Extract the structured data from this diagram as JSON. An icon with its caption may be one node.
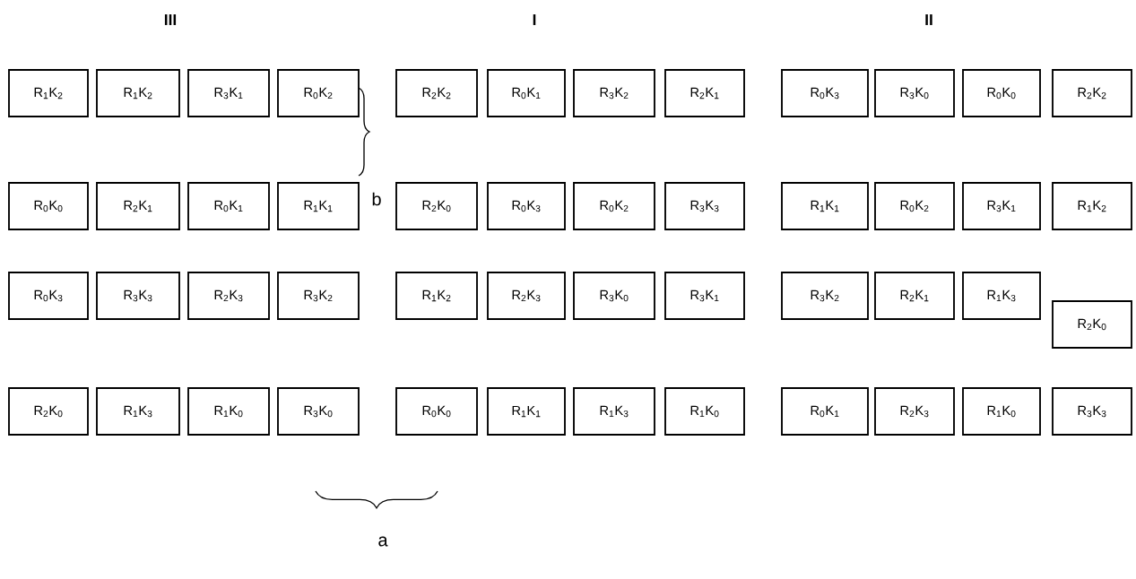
{
  "diagram": {
    "nodes": [
      {
        "text": [
          "R$_{1}$K$_{2}$"
        ]
      },
      {
        "text": [
          "R$_{1}$K$_{2}$"
        ]
      },
      {
        "text": [
          "R$_{3}$K$_{1}$"
        ]
      },
      {
        "text": [
          "R$_{0}$K$_{2}$"
        ]
      },
      {
        "text": [
          "R$_{2}$K$_{2}$"
        ]
      },
      {
        "text": [
          "R$_{0}$K$_{1}$"
        ]
      },
      {
        "text": [
          "R$_{3}$K$_{2}$"
        ]
      },
      {
        "text": [
          "R$_{2}$K$_{1}$"
        ]
      },
      {
        "text": [
          "R$_{0}$K$_{3}$"
        ]
      },
      {
        "text": [
          "R$_{3}$K$_{0}$"
        ]
      },
      {
        "text": [
          "R$_{0}$K$_{0}$"
        ]
      },
      {
        "text": [
          "R$_{2}$K$_{2}$"
        ]
      },
      {
        "text": [
          "R$_{0}$K$_{0}$"
        ]
      },
      {
        "text": [
          "R$_{2}$K$_{1}$"
        ]
      },
      {
        "text": [
          "R$_{0}$K$_{1}$"
        ]
      },
      {
        "text": [
          "R$_{1}$K$_{1}$"
        ]
      },
      {
        "text": [
          "R$_{2}$K$_{0}$"
        ]
      },
      {
        "text": [
          "R$_{0}$K$_{3}$"
        ]
      },
      {
        "text": [
          "R$_{0}$K$_{2}$"
        ]
      },
      {
        "text": [
          "R$_{3}$K$_{3}$"
        ]
      },
      {
        "text": [
          "R$_{1}$K$_{1}$"
        ]
      },
      {
        "text": [
          "R$_{0}$K$_{2}$"
        ]
      },
      {
        "text": [
          "R$_{3}$K$_{1}$"
        ]
      },
      {
        "text": [
          "R$_{1}$K$_{2}$"
        ]
      },
      {
        "text": [
          "R$_{0}$K$_{3}$"
        ]
      },
      {
        "text": [
          "R$_{3}$K$_{3}$"
        ]
      },
      {
        "text": [
          "R$_{2}$K$_{3}$"
        ]
      },
      {
        "text": [
          "R$_{3}$K$_{2}$"
        ]
      },
      {
        "text": [
          "R$_{1}$K$_{2}$"
        ]
      },
      {
        "text": [
          "R$_{2}$K$_{3}$"
        ]
      },
      {
        "text": [
          "R$_{3}$K$_{0}$"
        ]
      },
      {
        "text": [
          "R$_{3}$K$_{1}$"
        ]
      },
      {
        "text": [
          "R$_{3}$K$_{2}$"
        ]
      },
      {
        "text": [
          "R$_{2}$K$_{1}$"
        ]
      },
      {
        "text": [
          "R$_{1}$K$_{3}$"
        ]
      },
      {
        "text": [
          "R$_{2}$K$_{0}$"
        ]
      },
      {
        "text": [
          "R$_{2}$K$_{0}$"
        ]
      },
      {
        "text": [
          "R$_{1}$K$_{3}$"
        ]
      },
      {
        "text": [
          "R$_{1}$K$_{0}$"
        ]
      },
      {
        "text": [
          "R$_{3}$K$_{0}$"
        ]
      },
      {
        "text": [
          "R$_{0}$K$_{0}$"
        ]
      },
      {
        "text": [
          "R$_{1}$K$_{1}$"
        ]
      },
      {
        "text": [
          "R$_{1}$K$_{3}$"
        ]
      },
      {
        "text": [
          "R$_{1}$K$_{0}$"
        ]
      },
      {
        "text": [
          "R$_{0}$K$_{1}$"
        ]
      },
      {
        "text": [
          "R$_{2}$K$_{3}$"
        ]
      },
      {
        "text": [
          "R$_{1}$K$_{0}$"
        ]
      },
      {
        "text": [
          "R$_{3}$K$_{3}$"
        ]
      }
    ],
    "labels": [
      "III",
      "I",
      "II",
      "b",
      "a"
    ]
  }
}
